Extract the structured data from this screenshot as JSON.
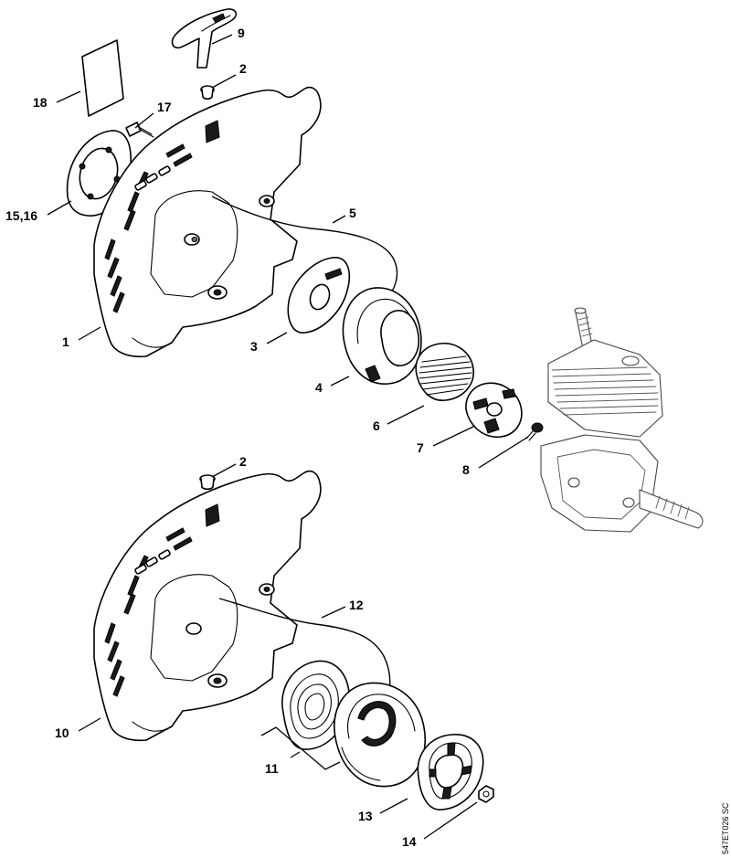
{
  "callouts": {
    "c1": "1",
    "c2a": "2",
    "c2b": "2",
    "c3": "3",
    "c4": "4",
    "c5": "5",
    "c6": "6",
    "c7": "7",
    "c8": "8",
    "c9": "9",
    "c10": "10",
    "c11": "11",
    "c12": "12",
    "c13": "13",
    "c14": "14",
    "c1516": "15,16",
    "c17": "17",
    "c18": "18"
  },
  "image_code": "547ET026 SC",
  "colors": {
    "line": "#000000",
    "background": "#ffffff",
    "fill_dark": "#1a1a1a",
    "engine_line": "#444444"
  }
}
